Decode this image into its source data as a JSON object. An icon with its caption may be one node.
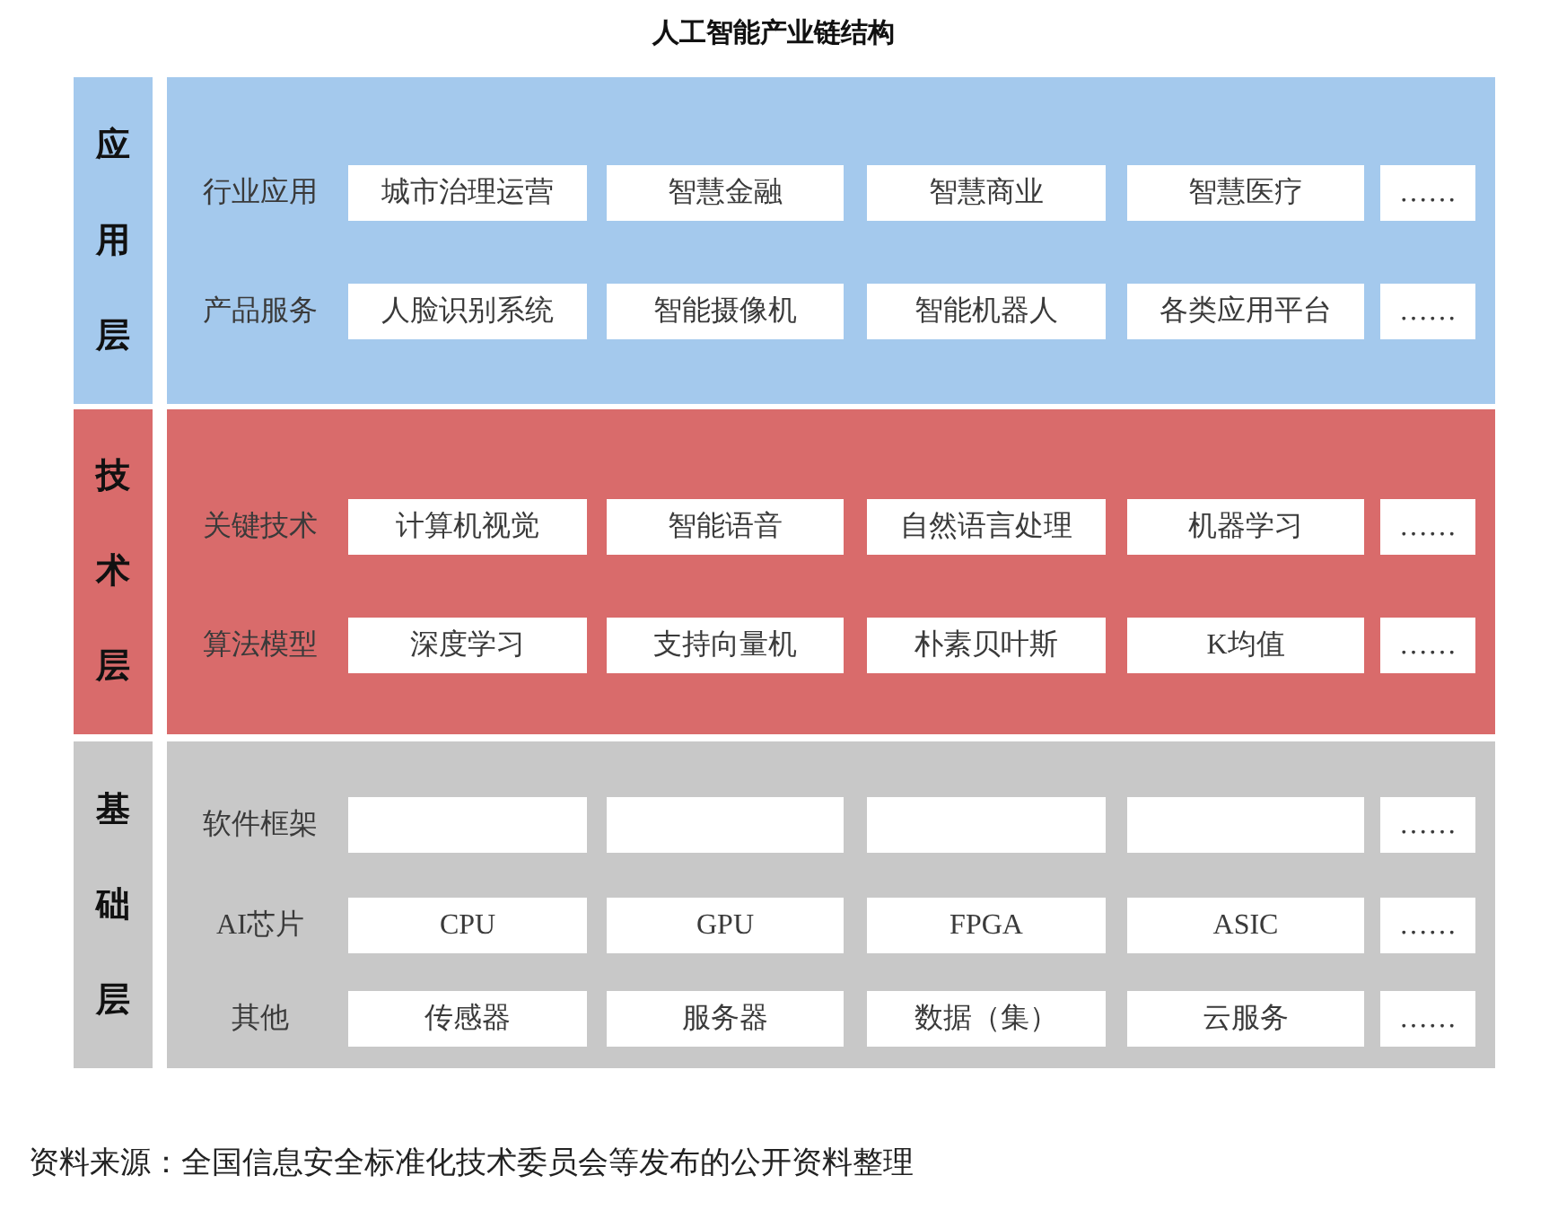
{
  "diagram": {
    "title": "人工智能产业链结构",
    "nodes": [
      {
        "text": [
          "应用层"
        ]
      },
      {
        "text": [
          "行业应用",
          "产品服务"
        ]
      },
      {
        "text": [
          "城市治理运营"
        ],
        "in": 1
      },
      {
        "text": [
          "智慧金融"
        ],
        "in": 1
      },
      {
        "text": [
          "智慧商业"
        ],
        "in": 1
      },
      {
        "text": [
          "智慧医疗"
        ],
        "in": 1
      },
      {
        "text": [
          "……"
        ],
        "in": 1
      },
      {
        "text": [
          "人脸识别系统"
        ],
        "in": 1
      },
      {
        "text": [
          "智能摄像机"
        ],
        "in": 1
      },
      {
        "text": [
          "智能机器人"
        ],
        "in": 1
      },
      {
        "text": [
          "各类应用平台"
        ],
        "in": 1
      },
      {
        "text": [
          "……"
        ],
        "in": 1
      },
      {
        "text": [
          "技术层"
        ]
      },
      {
        "text": [
          "关键技术",
          "算法模型"
        ]
      },
      {
        "text": [
          "计算机视觉"
        ],
        "in": 13
      },
      {
        "text": [
          "智能语音"
        ],
        "in": 13
      },
      {
        "text": [
          "自然语言处理"
        ],
        "in": 13
      },
      {
        "text": [
          "机器学习"
        ],
        "in": 13
      },
      {
        "text": [
          "……"
        ],
        "in": 13
      },
      {
        "text": [
          "深度学习"
        ],
        "in": 13
      },
      {
        "text": [
          "支持向量机"
        ],
        "in": 13
      },
      {
        "text": [
          "朴素贝叶斯"
        ],
        "in": 13
      },
      {
        "text": [
          "K均值"
        ],
        "in": 13
      },
      {
        "text": [
          "……"
        ],
        "in": 13
      },
      {
        "text": [
          "基础层"
        ]
      },
      {
        "text": [
          "软件框架",
          "AI芯片",
          "其他"
        ]
      },
      {
        "text": [],
        "shape": "box",
        "in": 25
      },
      {
        "text": [],
        "shape": "box",
        "in": 25
      },
      {
        "text": [],
        "shape": "box",
        "in": 25
      },
      {
        "text": [],
        "shape": "box",
        "in": 25
      },
      {
        "text": [
          "……"
        ],
        "in": 25
      },
      {
        "text": [
          "CPU"
        ],
        "in": 25
      },
      {
        "text": [
          "GPU"
        ],
        "in": 25
      },
      {
        "text": [
          "FPGA"
        ],
        "in": 25
      },
      {
        "text": [
          "ASIC"
        ],
        "in": 25
      },
      {
        "text": [
          "……"
        ],
        "in": 25
      },
      {
        "text": [
          "传感器"
        ],
        "in": 25
      },
      {
        "text": [
          "服务器"
        ],
        "in": 25
      },
      {
        "text": [
          "数据（集）"
        ],
        "in": 25
      },
      {
        "text": [
          "云服务"
        ],
        "in": 25
      },
      {
        "text": [
          "……"
        ],
        "in": 25
      }
    ],
    "caption": "资料来源：全国信息安全标准化技术委员会等发布的公开资料整理"
  }
}
